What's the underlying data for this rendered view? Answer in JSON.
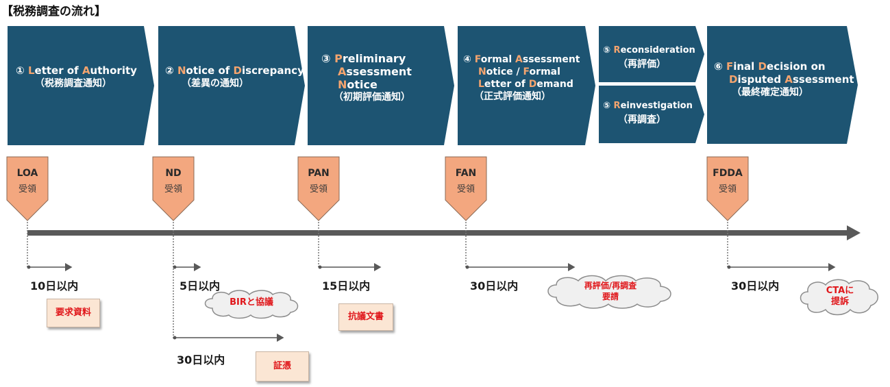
{
  "title": "【税務調査の流れ】",
  "stages": [
    {
      "line1": "① Letter of Authority",
      "sub": "（税務調査通知）"
    },
    {
      "line1": "② Notice of Discrepancy",
      "sub": "（差異の通知）"
    },
    {
      "line1": "③ Preliminary",
      "line2": "Assessment",
      "line3": "Notice",
      "sub": "（初期評価通知）"
    },
    {
      "line1": "④ Formal Assessment",
      "line2": "Notice / Formal",
      "line3": "Letter of Demand",
      "sub": "（正式評価通知）"
    },
    {
      "line1": "⑤ Reconsideration",
      "sub": "（再評価）"
    },
    {
      "line1": "⑤ Reinvestigation",
      "sub": "（再調査）"
    },
    {
      "line1": "⑥ Final Decision on",
      "line2": "Disputed Assessment",
      "sub": "（最終確定通知）"
    }
  ],
  "tags": [
    {
      "abbr": "LOA",
      "label": "受領"
    },
    {
      "abbr": "ND",
      "label": "受領"
    },
    {
      "abbr": "PAN",
      "label": "受領"
    },
    {
      "abbr": "FAN",
      "label": "受領"
    },
    {
      "abbr": "FDDA",
      "label": "受領"
    }
  ],
  "deadlines": {
    "loa": "10日以内",
    "nd_short": "5日以内",
    "nd_long": "30日以内",
    "pan": "15日以内",
    "fan": "30日以内",
    "fdda": "30日以内"
  },
  "notes": {
    "loa": "要求資料",
    "pan": "抗議文書",
    "nd_long": "証憑"
  },
  "clouds": {
    "nd": "BIRと協議",
    "fan_line1": "再評価/再調査",
    "fan_line2": "要請",
    "fdda_line1": "CTAに",
    "fdda_line2": "提訴"
  },
  "colors": {
    "stage_fill": "#1d5472",
    "tag_fill": "#f3a77f",
    "timeline": "#595959",
    "note_text": "#e0161a"
  }
}
